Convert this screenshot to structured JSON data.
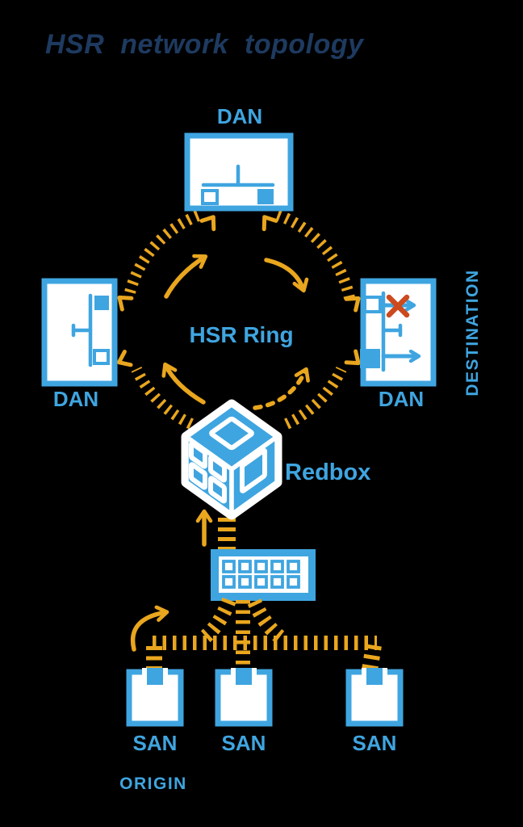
{
  "title": "HSR network topology",
  "ring": {
    "label": "HSR Ring"
  },
  "devices": {
    "dan_top": {
      "label": "DAN"
    },
    "dan_left": {
      "label": "DAN"
    },
    "dan_right": {
      "label": "DAN"
    },
    "redbox": {
      "label": "Redbox"
    },
    "san_left": {
      "label": "SAN"
    },
    "san_center": {
      "label": "SAN"
    },
    "san_right": {
      "label": "SAN"
    }
  },
  "annotations": {
    "destination": "DESTINATION",
    "origin": "ORIGIN"
  },
  "colors": {
    "blue": "#3FA5E0",
    "navy": "#1E3A60",
    "yellow": "#E9A61E",
    "red": "#CC4A1E",
    "white": "#FFFFFF",
    "background": "#000000"
  }
}
